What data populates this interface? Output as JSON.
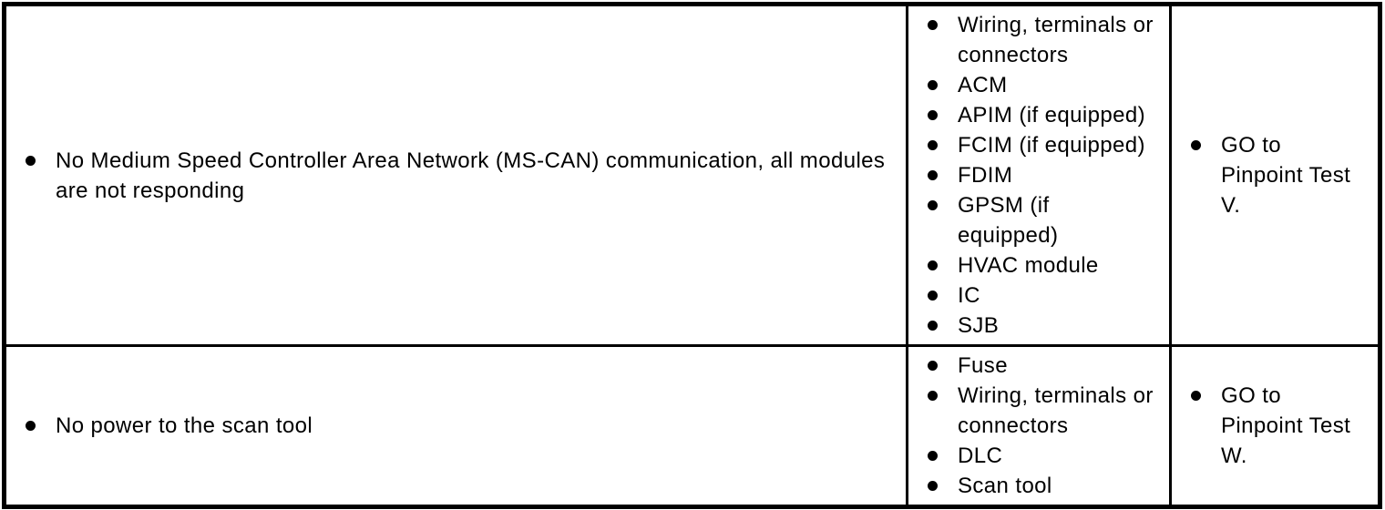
{
  "document": {
    "type": "diagnostic-symptom-chart",
    "columns": [
      "symptoms",
      "possible_sources",
      "actions"
    ],
    "rows": [
      {
        "symptoms": [
          "No Medium Speed Controller Area Network (MS-CAN) communication, all modules are not responding"
        ],
        "possible_sources": [
          "Wiring, terminals or connectors",
          "ACM",
          "APIM (if equipped)",
          "FCIM (if equipped)",
          "FDIM",
          "GPSM (if equipped)",
          "HVAC module",
          "IC",
          "SJB"
        ],
        "actions": [
          "GO to Pinpoint Test V."
        ]
      },
      {
        "symptoms": [
          "No power to the scan tool"
        ],
        "possible_sources": [
          "Fuse",
          "Wiring, terminals or connectors",
          "DLC",
          "Scan tool"
        ],
        "actions": [
          "GO to Pinpoint Test W."
        ]
      }
    ]
  },
  "colors": {
    "background": "#ffffff",
    "border": "#000000",
    "text": "#000000"
  }
}
